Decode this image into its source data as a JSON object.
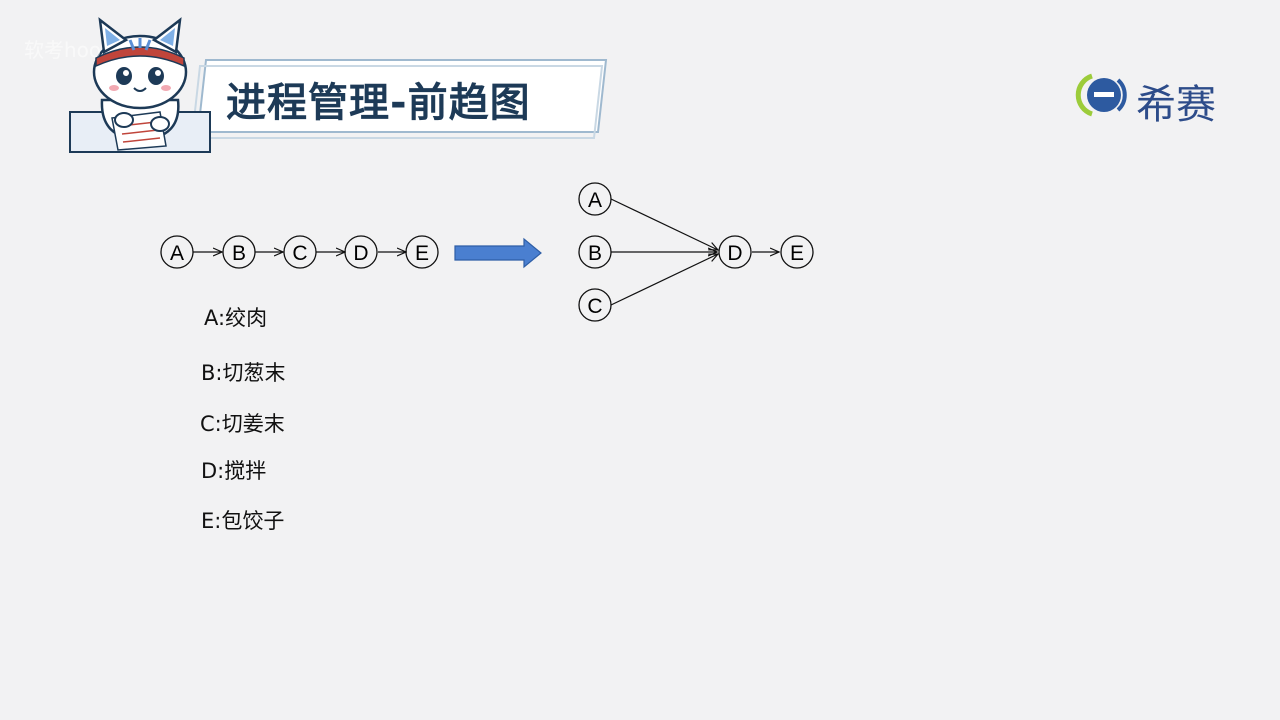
{
  "header": {
    "title": "进程管理-前趋图",
    "watermark": "软考hoo"
  },
  "logo": {
    "text": "希赛"
  },
  "diagram": {
    "left_chain": [
      "A",
      "B",
      "C",
      "D",
      "E"
    ],
    "right_graph": {
      "sources": [
        "A",
        "B",
        "C"
      ],
      "join": "D",
      "sink": "E"
    }
  },
  "legend": [
    "A:绞肉",
    "B:切葱末",
    "C:切姜末",
    "D:搅拌",
    "E:包饺子"
  ],
  "colors": {
    "title": "#1d3a57",
    "accent_blue": "#4a7fd0",
    "logo_green": "#9ccc3a",
    "logo_blue": "#2d5aa0"
  }
}
